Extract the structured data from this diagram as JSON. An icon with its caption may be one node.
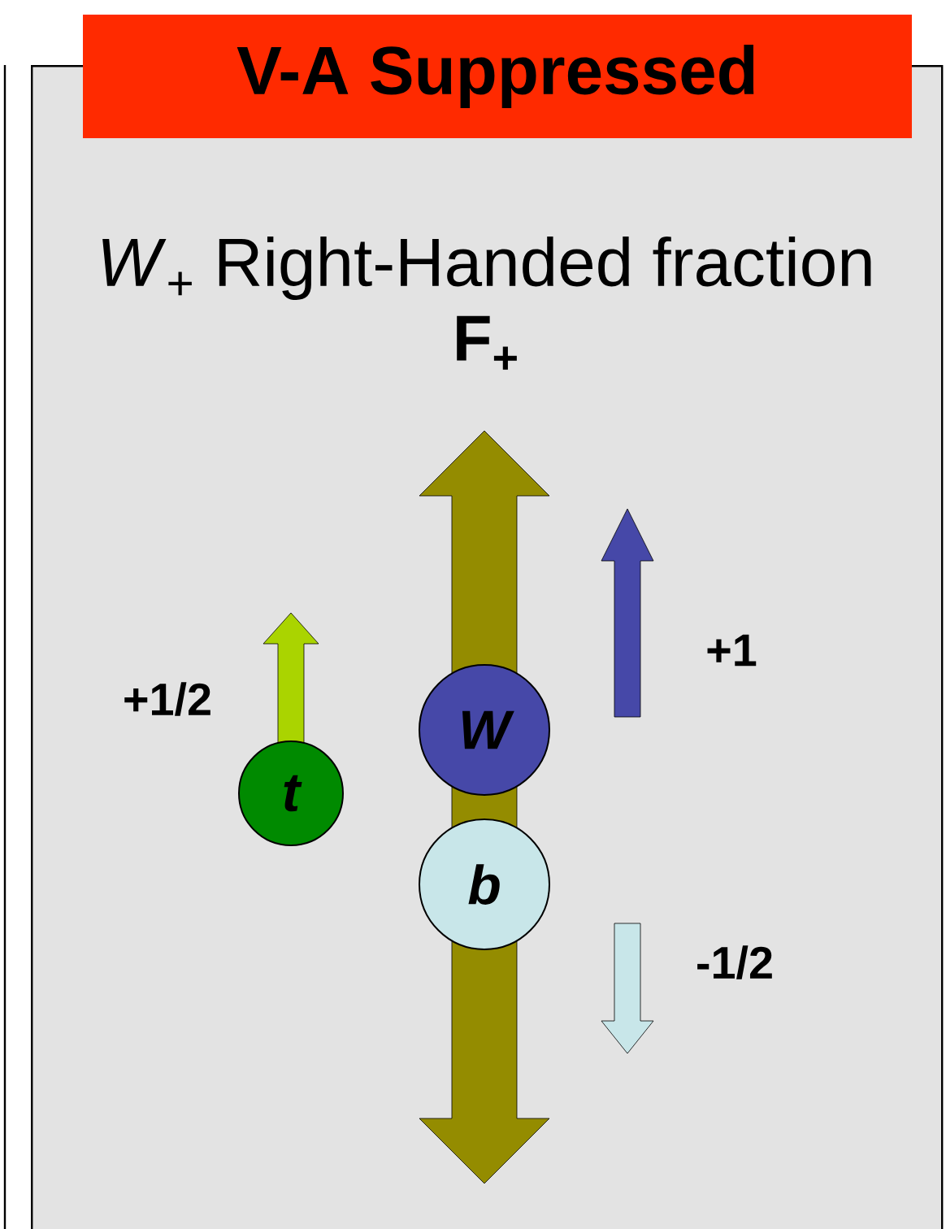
{
  "diagram": {
    "title": "V-A Suppressed",
    "nodes": [
      {
        "text": [
          "*W*$_{+}$ Right-Handed fraction",
          "F$_{+}$"
        ]
      },
      {
        "text": [
          "t"
        ],
        "in": 0
      },
      {
        "text": [
          "W"
        ],
        "in": 0
      },
      {
        "text": [
          "b"
        ],
        "in": 0
      }
    ],
    "labels": [
      "+1/2",
      "+1",
      "-1/2"
    ]
  }
}
